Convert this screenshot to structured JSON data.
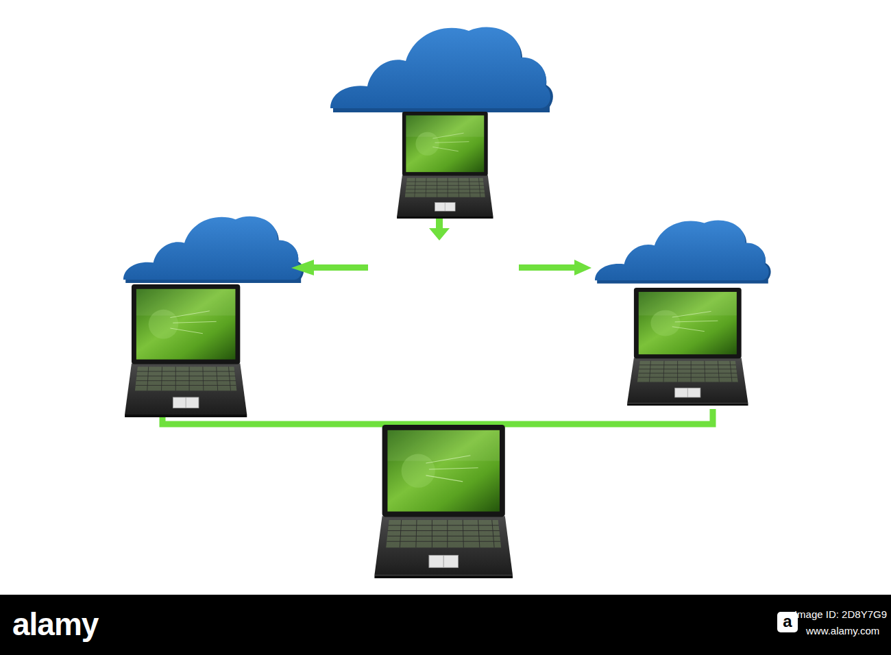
{
  "diagram": {
    "labels": [
      "alamy",
      "a",
      "Image ID: 2D8Y7G9",
      "www.alamy.com"
    ]
  }
}
